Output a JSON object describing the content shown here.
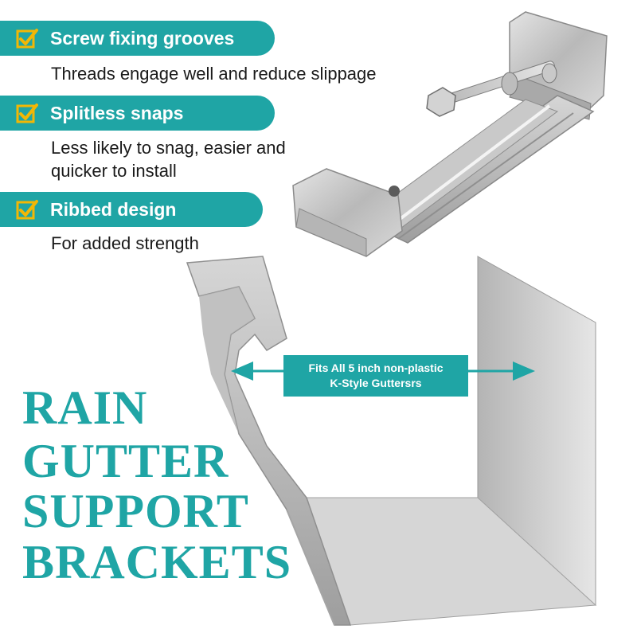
{
  "features": [
    {
      "label": "Screw fixing grooves",
      "description": "Threads engage well and reduce slippage",
      "icon": "checkbox-check-icon"
    },
    {
      "label": "Splitless snaps",
      "description": "Less likely to snag, easier and quicker to install",
      "icon": "checkbox-check-icon"
    },
    {
      "label": "Ribbed design",
      "description": "For added strength",
      "icon": "checkbox-check-icon"
    }
  ],
  "fit_note": {
    "line1": "Fits All 5 inch non-plastic",
    "line2": "K-Style Guttersrs"
  },
  "title": {
    "line1": "RAIN",
    "line2": "GUTTER",
    "line3": "SUPPORT",
    "line4": "BRACKETS"
  },
  "colors": {
    "accent": "#1fa5a5",
    "check": "#f2b705",
    "text": "#1a1a1a",
    "metal": "#c8c8c8"
  }
}
